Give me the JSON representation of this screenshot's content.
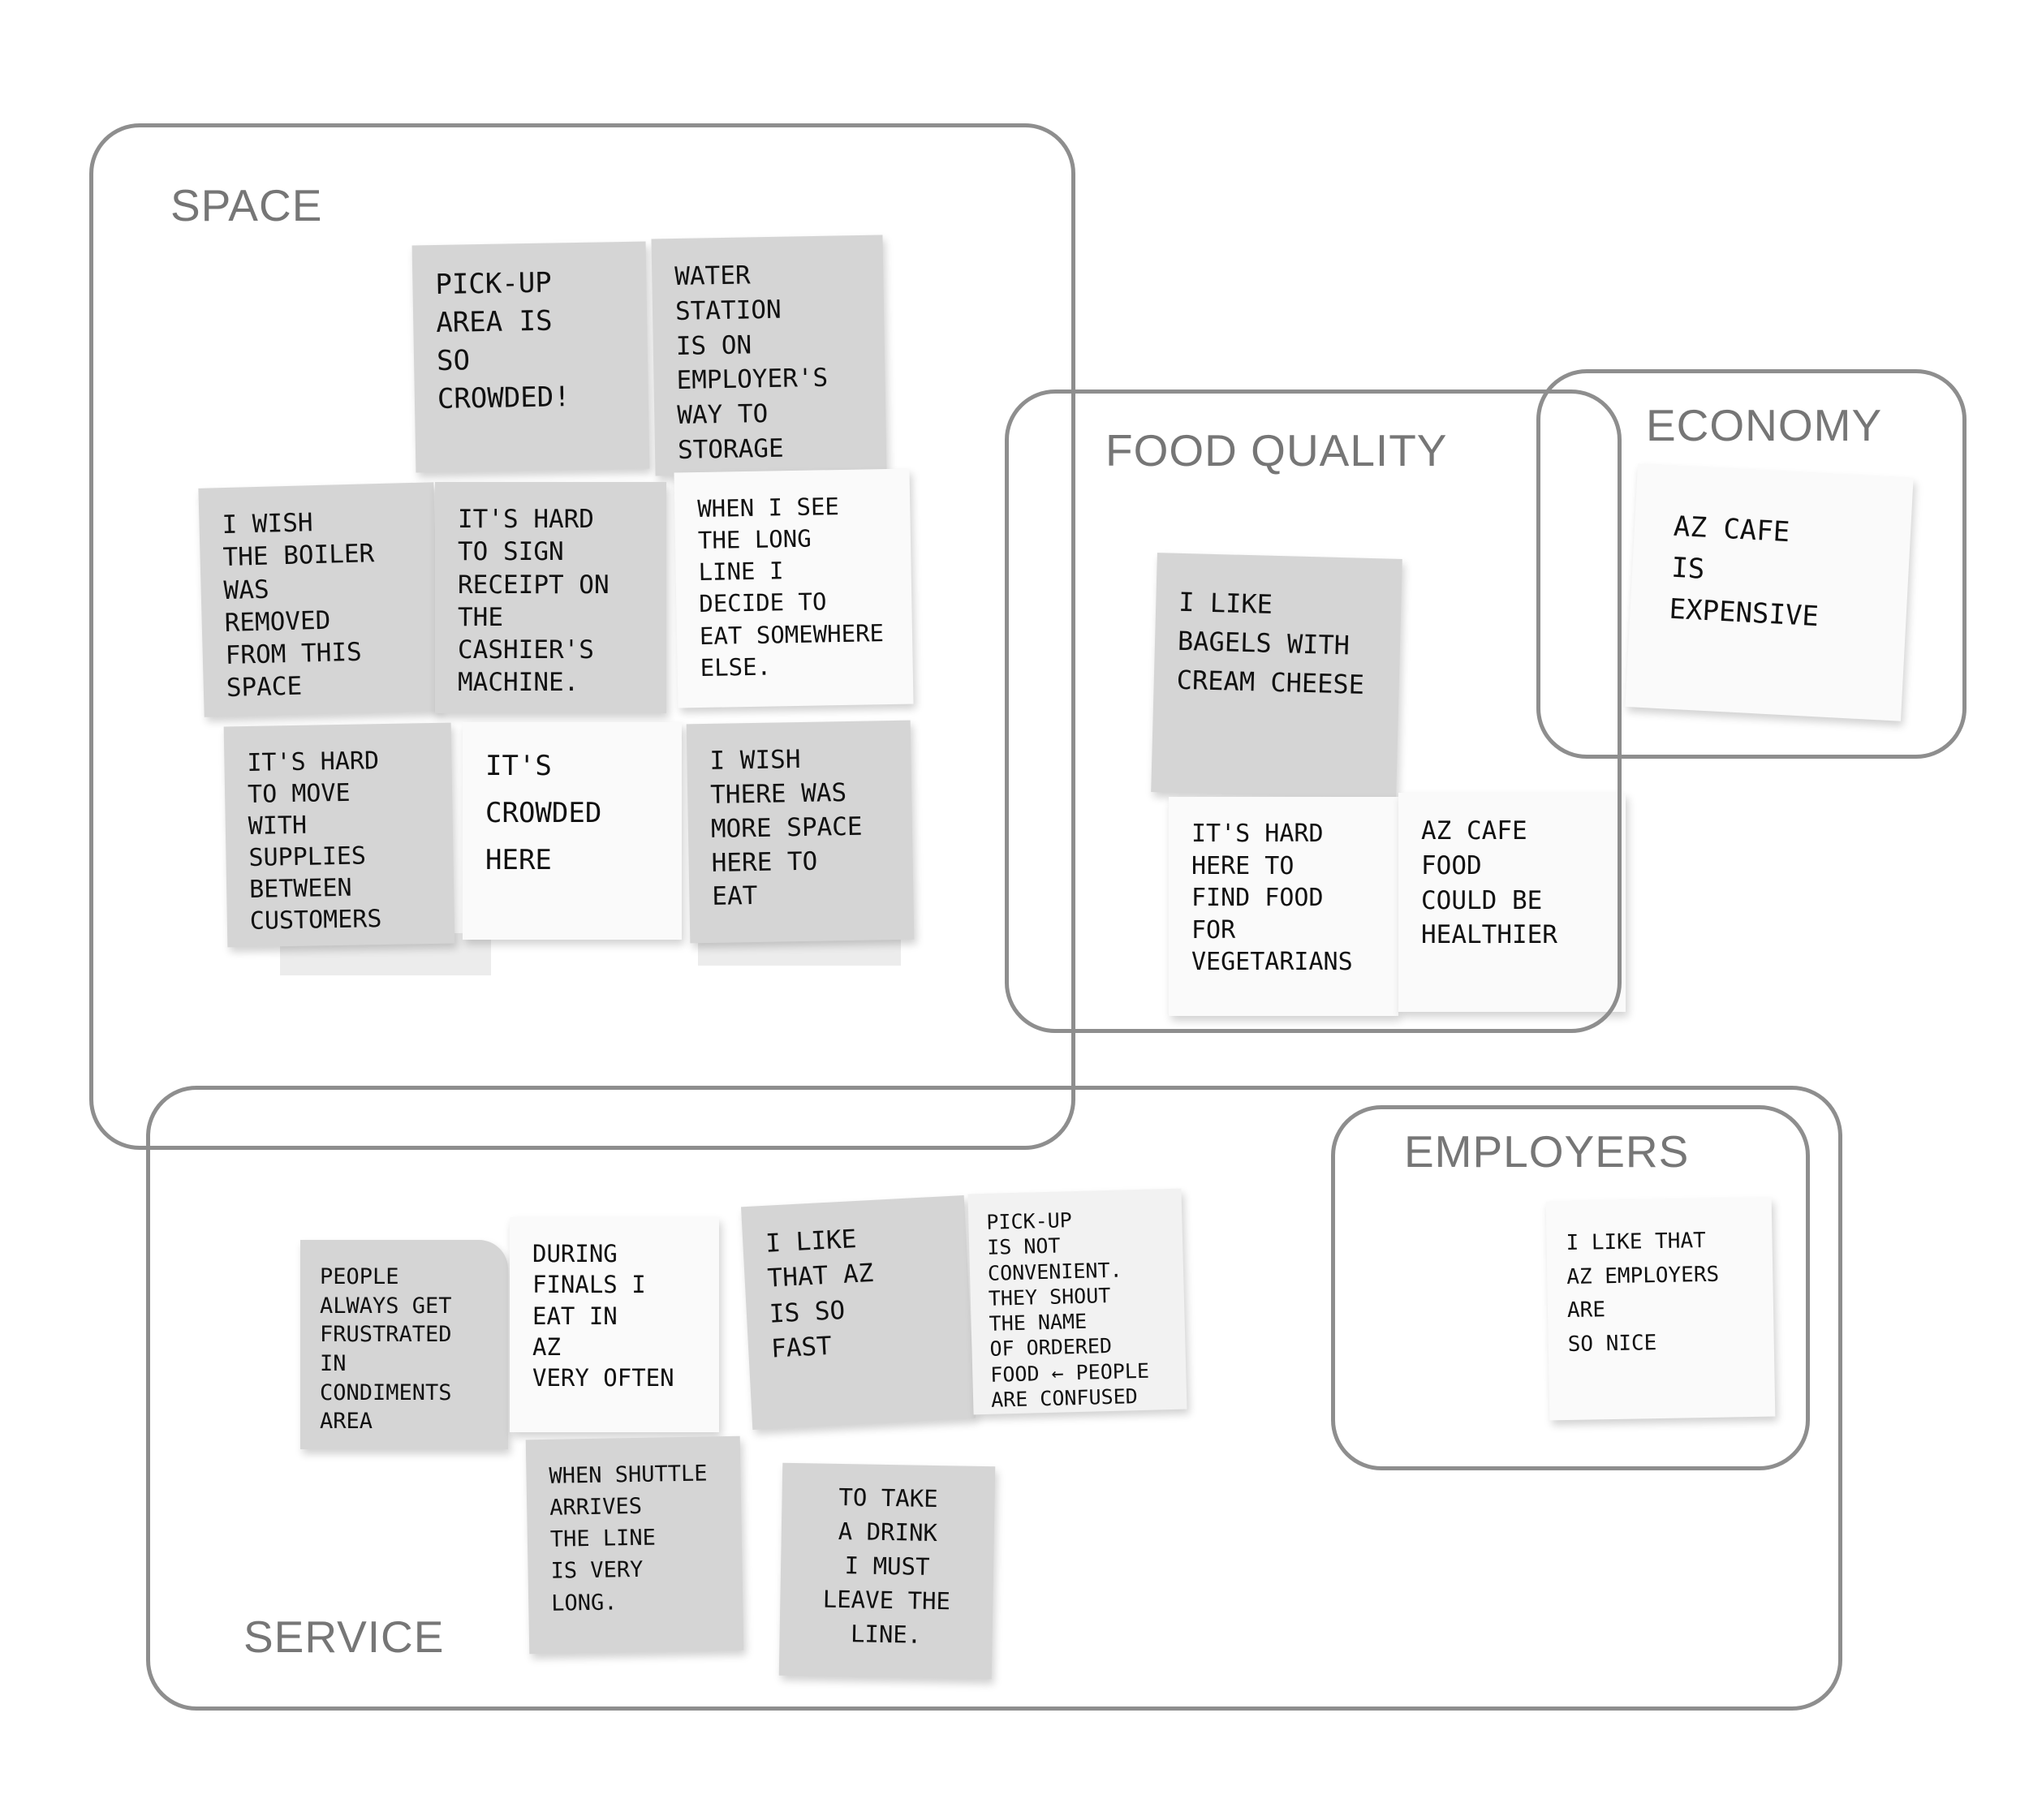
{
  "groups": {
    "space": "SPACE",
    "food_quality": "FOOD QUALITY",
    "economy": "ECONOMY",
    "service": "SERVICE",
    "employers": "EMPLOYERS"
  },
  "notes": {
    "space_1": "PICK-UP\nAREA IS\nSO\nCROWDED!",
    "space_2": "WATER\nSTATION\nIS ON\nEMPLOYER'S\nWAY TO\nSTORAGE",
    "space_3": "I WISH\nTHE BOILER\nWAS\nREMOVED\nFROM THIS\nSPACE",
    "space_4": "IT'S HARD\nTO SIGN\nRECEIPT ON\nTHE\nCASHIER'S\nMACHINE.",
    "space_5": "WHEN I SEE\nTHE LONG\nLINE I\nDECIDE TO\nEAT SOMEWHERE\nELSE.",
    "space_6": "IT'S HARD\nTO MOVE\nWITH SUPPLIES\nBETWEEN\nCUSTOMERS",
    "space_7": "IT'S\nCROWDED\nHERE",
    "space_8": "I WISH\nTHERE WAS\nMORE SPACE\nHERE TO\nEAT",
    "food_1": "I LIKE\nBAGELS WITH\nCREAM CHEESE",
    "food_2": "IT'S HARD\nHERE TO\nFIND FOOD\nFOR\nVEGETARIANS",
    "food_3": "AZ CAFE\nFOOD\nCOULD BE\nHEALTHIER",
    "economy_1": "AZ CAFE\nIS\nEXPENSIVE",
    "service_1": "PEOPLE\nALWAYS GET\nFRUSTRATED\nIN\nCONDIMENTS\nAREA",
    "service_2": "DURING\nFINALS I\nEAT IN\nAZ\nVERY OFTEN",
    "service_3": "I LIKE\nTHAT AZ\nIS SO\nFAST",
    "service_4": "PICK-UP\nIS NOT\nCONVENIENT.\nTHEY SHOUT\nTHE NAME\nOF ORDERED\nFOOD ← PEOPLE ARE CONFUSED",
    "service_5": "WHEN SHUTTLE\nARRIVES\nTHE LINE\nIS VERY\nLONG.",
    "service_6": "TO TAKE\nA DRINK\nI MUST\nLEAVE THE\nLINE.",
    "employers_1": "I LIKE THAT\nAZ EMPLOYERS\nARE\nSO NICE"
  }
}
